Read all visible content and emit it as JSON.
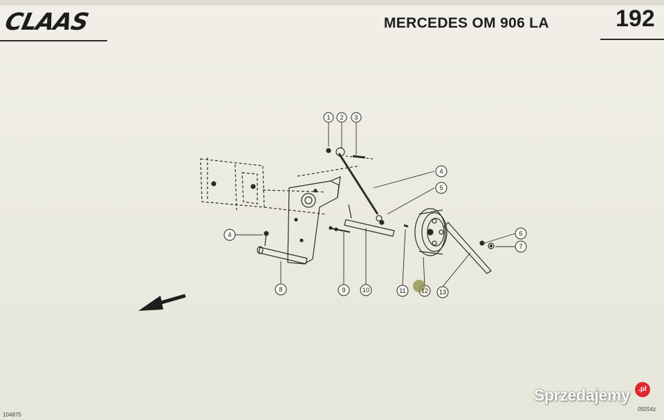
{
  "header": {
    "brand": "CLAAS",
    "title": "MERCEDES OM 906 LA",
    "page_number": "192"
  },
  "diagram": {
    "callouts": [
      {
        "id": "c1",
        "label": "1"
      },
      {
        "id": "c2",
        "label": "2"
      },
      {
        "id": "c3",
        "label": "3"
      },
      {
        "id": "c4a",
        "label": "4"
      },
      {
        "id": "c5",
        "label": "5"
      },
      {
        "id": "c4b",
        "label": "4"
      },
      {
        "id": "c6",
        "label": "6"
      },
      {
        "id": "c7",
        "label": "7"
      },
      {
        "id": "c8",
        "label": "8"
      },
      {
        "id": "c9",
        "label": "9"
      },
      {
        "id": "c10",
        "label": "10"
      },
      {
        "id": "c11",
        "label": "11"
      },
      {
        "id": "c12",
        "label": "12"
      },
      {
        "id": "c13",
        "label": "13"
      }
    ],
    "direction_icon": "arrow-down-left-icon"
  },
  "footer": {
    "ref_left": "104875",
    "ref_right": "09254z"
  },
  "watermark": {
    "text": "Sprzedajemy",
    "badge": ".pl"
  }
}
